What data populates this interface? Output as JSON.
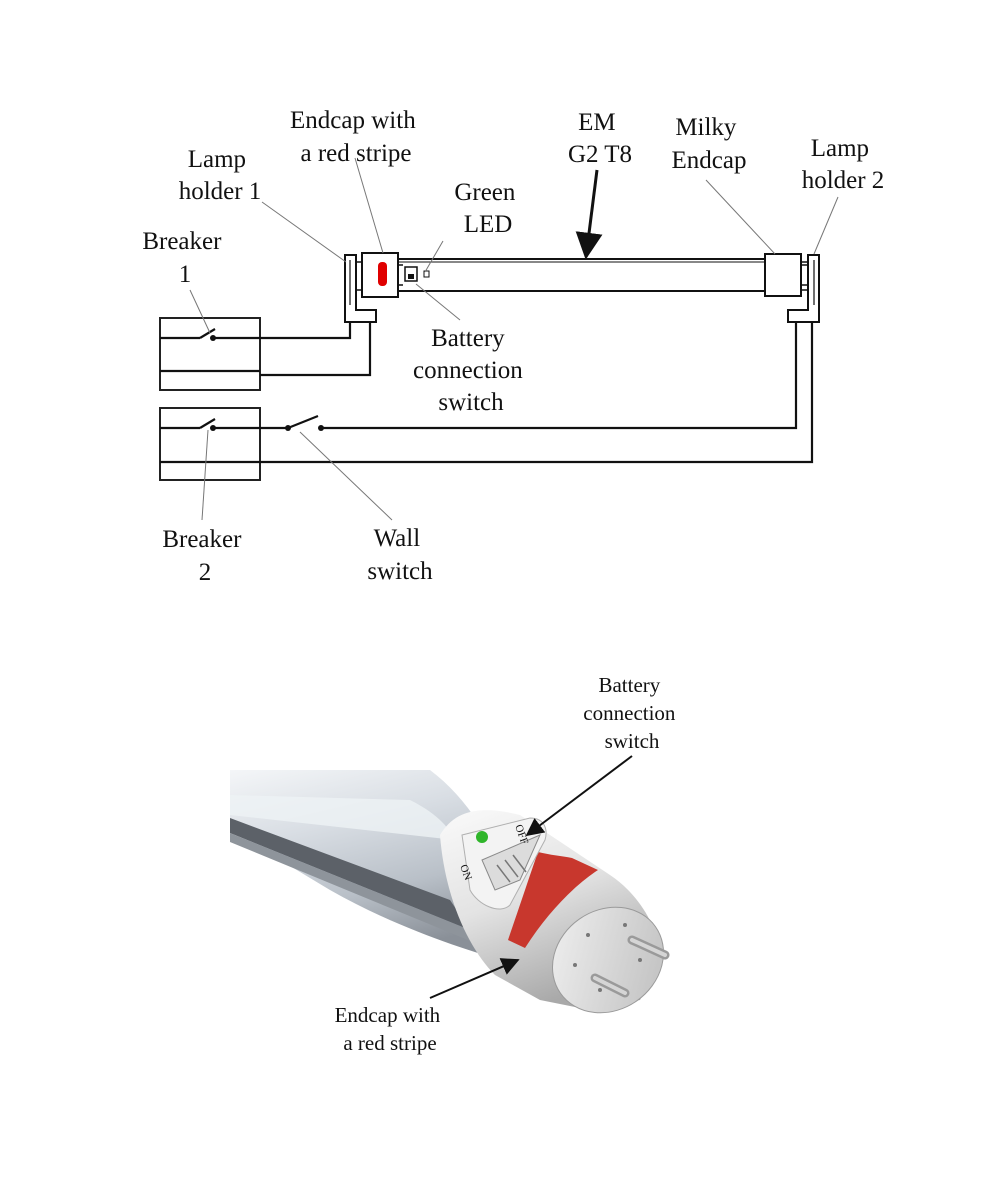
{
  "wiring_diagram": {
    "labels": {
      "endcap_red": [
        "Endcap with",
        "a red stripe"
      ],
      "em_tube": [
        "EM",
        "G2 T8"
      ],
      "milky_endcap": [
        "Milky",
        "Endcap"
      ],
      "lamp_holder_1": [
        "Lamp",
        "holder 1"
      ],
      "lamp_holder_2": [
        "Lamp",
        "holder 2"
      ],
      "green_led": [
        "Green",
        "LED"
      ],
      "breaker_1": [
        "Breaker",
        "1"
      ],
      "battery_switch": [
        "Battery",
        "connection",
        "switch"
      ],
      "breaker_2": [
        "Breaker",
        "2"
      ],
      "wall_switch": [
        "Wall",
        "switch"
      ]
    }
  },
  "tube_photo": {
    "labels": {
      "battery_switch": [
        "Battery",
        "connection",
        "switch"
      ],
      "endcap_red": [
        "Endcap with",
        "a red stripe"
      ],
      "switch_on": "ON",
      "switch_off": "OFF"
    },
    "colors": {
      "red_stripe": "#c8372d",
      "green_led": "#2fb52a",
      "tube_body": "#d7dde3",
      "endcap": "#ececec"
    }
  }
}
